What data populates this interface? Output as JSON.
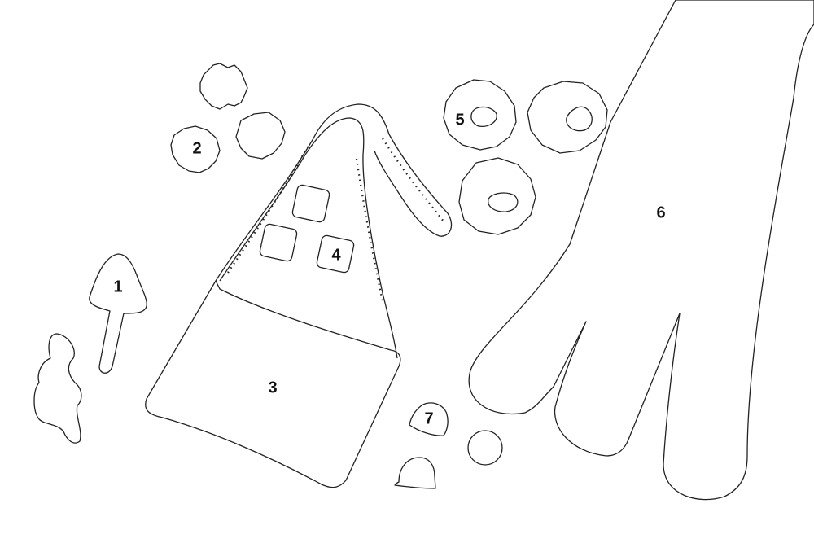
{
  "labels": {
    "piece_1": "1",
    "piece_2": "2",
    "piece_3": "3",
    "piece_4": "4",
    "piece_5": "5",
    "piece_6": "6",
    "piece_7": "7"
  },
  "colors": {
    "outline": "#222222",
    "background": "#ffffff",
    "label": "#111111"
  }
}
